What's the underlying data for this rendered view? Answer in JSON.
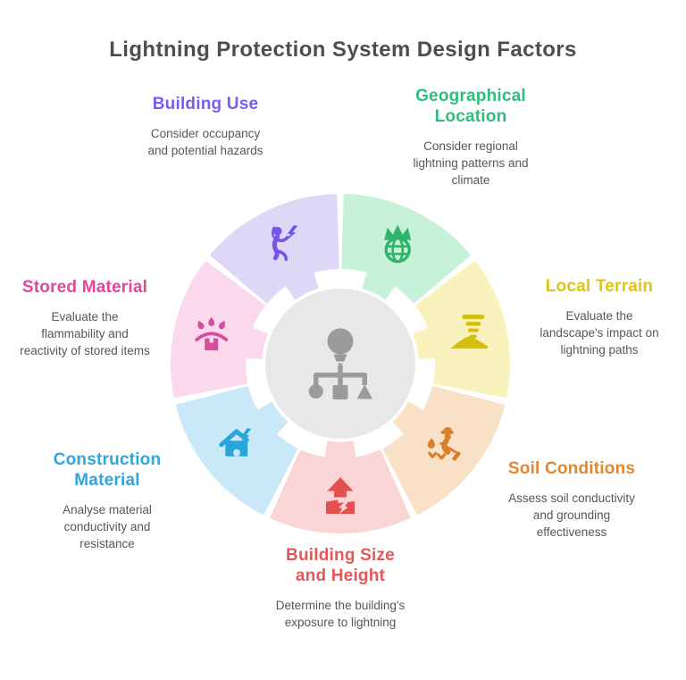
{
  "title": "Lightning Protection System Design Factors",
  "colors": {
    "background": "#FFFFFF",
    "title_text": "#4E4E4E",
    "body_text": "#575757",
    "center_circle": "#E9E8E8",
    "center_icon": "#9B9B9B"
  },
  "center": {
    "icon": "idea-structure-icon"
  },
  "segments": [
    {
      "id": "geographical-location",
      "label": "Geographical\nLocation",
      "description": "Consider regional\nlightning patterns and\nclimate",
      "icon": "globe-flame-icon",
      "fill": "#C7F1D9",
      "icon_color": "#2FB46C",
      "label_color": "#2FBD7D"
    },
    {
      "id": "local-terrain",
      "label": "Local Terrain",
      "description": "Evaluate the\nlandscape's impact on\nlightning paths",
      "icon": "tornado-terrain-icon",
      "fill": "#FAF2BC",
      "icon_color": "#D4BE0E",
      "label_color": "#E0C414"
    },
    {
      "id": "soil-conditions",
      "label": "Soil Conditions",
      "description": "Assess soil conductivity\nand grounding\neffectiveness",
      "icon": "farmer-soil-icon",
      "fill": "#F9E1C7",
      "icon_color": "#D97E2B",
      "label_color": "#E2872F"
    },
    {
      "id": "building-size-and-height",
      "label": "Building Size\nand Height",
      "description": "Determine the building's\nexposure to lightning",
      "icon": "building-lightning-strike-icon",
      "fill": "#F9D6D5",
      "icon_color": "#E4504E",
      "label_color": "#E45858"
    },
    {
      "id": "construction-material",
      "label": "Construction\nMaterial",
      "description": "Analyse material\nconductivity and\nresistance",
      "icon": "house-bolt-icon",
      "fill": "#C9E9F8",
      "icon_color": "#29A5DC",
      "label_color": "#30A6DD"
    },
    {
      "id": "stored-material",
      "label": "Stored Material",
      "description": "Evaluate the\nflammability and\nreactivity of stored items",
      "icon": "drops-package-icon",
      "fill": "#FBD8EB",
      "icon_color": "#D44D9E",
      "label_color": "#E0489C"
    },
    {
      "id": "building-use",
      "label": "Building Use",
      "description": "Consider occupancy\nand potential hazards",
      "icon": "person-bolt-icon",
      "fill": "#DED7F5",
      "icon_color": "#7257E8",
      "label_color": "#7B5CF0"
    }
  ]
}
